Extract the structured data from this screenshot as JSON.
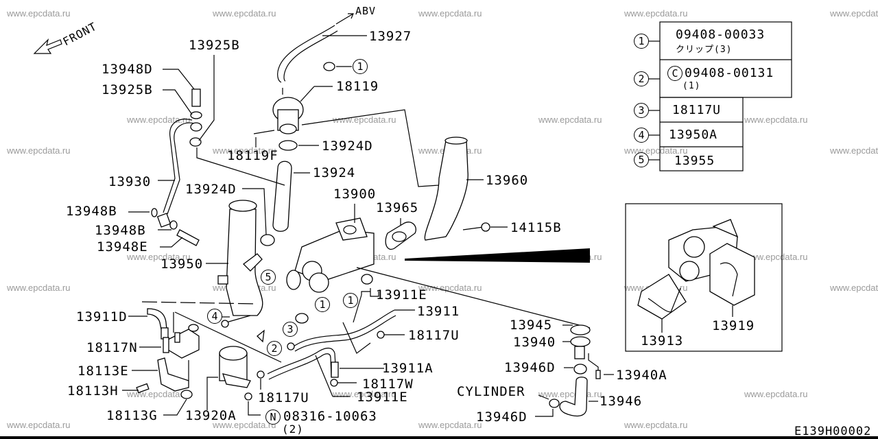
{
  "diagram": {
    "code": "E139H00002",
    "direction_label": "FRONT",
    "abv_label": "ABV",
    "cylinder_label": "CYLINDER",
    "watermark": "www.epcdata.ru"
  },
  "legend_table": {
    "rows": [
      {
        "ref": "1",
        "part_no": "09408-00033",
        "note": "クリップ(3)"
      },
      {
        "ref": "2",
        "prefix": "C",
        "part_no": "09408-00131",
        "note": "(1)"
      },
      {
        "ref": "3",
        "part_no": "18117U"
      },
      {
        "ref": "4",
        "part_no": "13950A"
      },
      {
        "ref": "5",
        "part_no": "13955"
      }
    ]
  },
  "callouts": {
    "p13927": "13927",
    "p18119": "18119",
    "p13924D_top": "13924D",
    "p18119F": "18119F",
    "p13924": "13924",
    "p13960": "13960",
    "p13900": "13900",
    "p13965": "13965",
    "p14115B": "14115B",
    "p13925B_top": "13925B",
    "p13948D": "13948D",
    "p13925B": "13925B",
    "p13930": "13930",
    "p13924D_mid": "13924D",
    "p13948B_1": "13948B",
    "p13948B_2": "13948B",
    "p13948E": "13948E",
    "p13950": "13950",
    "p13911D": "13911D",
    "p18117N": "18117N",
    "p18113E": "18113E",
    "p18113H": "18113H",
    "p18113G": "18113G",
    "p13920A": "13920A",
    "p18117U_bottom": "18117U",
    "p08316": "08316-10063",
    "p08316_qty": "(2)",
    "p08316_prefix": "N",
    "p13911E_top": "13911E",
    "p13911": "13911",
    "p18117U_right": "18117U",
    "p13911A": "13911A",
    "p18117W": "18117W",
    "p13911E_bottom": "13911E",
    "p13945": "13945",
    "p13940": "13940",
    "p13946D_top": "13946D",
    "p13940A": "13940A",
    "p13946": "13946",
    "p13946D_bottom": "13946D",
    "p13913": "13913",
    "p13919": "13919"
  },
  "ref_circles": {
    "c1_top": "1",
    "c1_mid_a": "1",
    "c1_mid_b": "1",
    "c2": "2",
    "c3": "3",
    "c4": "4",
    "c5": "5"
  }
}
